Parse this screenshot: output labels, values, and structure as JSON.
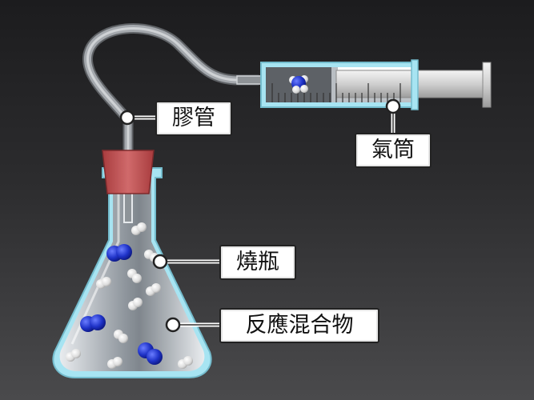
{
  "labels": {
    "tube": "膠管",
    "syringe": "氣筒",
    "flask": "燒瓶",
    "mixture": "反應混合物"
  }
}
